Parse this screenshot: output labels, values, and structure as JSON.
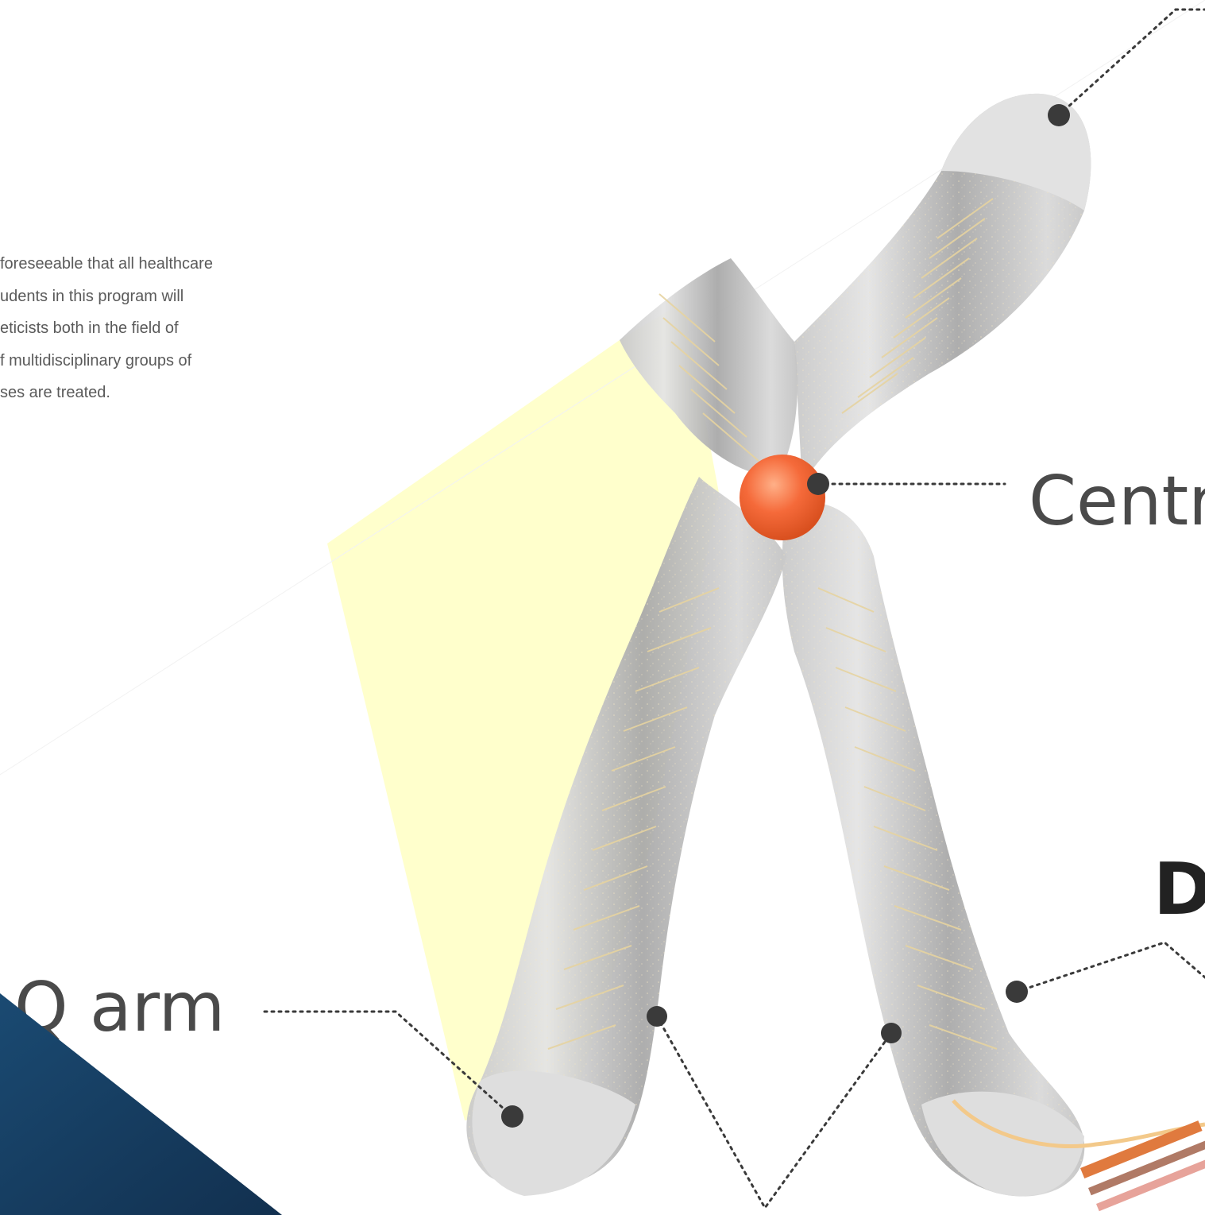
{
  "intro": {
    "lines": [
      "foreseeable that all healthcare",
      "udents in this program will",
      "eticists both in the field of",
      "f multidisciplinary groups of",
      "ses are treated."
    ]
  },
  "labels": {
    "q_arm": "Q arm",
    "centromere": "Centr",
    "dna": "D"
  },
  "colors": {
    "chromosome_body": "#d6d6d6",
    "chromosome_shadow": "#9a9a9a",
    "centromere": "#f26a3d",
    "coil": "#e8d6a6",
    "pointer_dot": "#3a3a3a",
    "highlight_panel": "#ffffcc",
    "navy_corner": "#14385c",
    "label_text": "#4a4a4a"
  }
}
